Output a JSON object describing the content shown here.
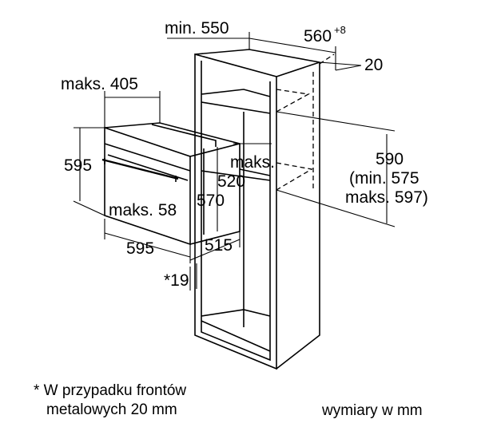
{
  "dimensions": {
    "min_550": "min. 550",
    "width_560": "560",
    "width_560_tolerance": "+8",
    "depth_20": "20",
    "maks_405": "maks. 405",
    "height_595": "595",
    "maks_520_line1": "maks.",
    "maks_520_line2": "520",
    "height_570": "570",
    "maks_58": "maks. 58",
    "width_595": "595",
    "depth_515": "515",
    "gap_19": "*19",
    "niche_590": "590",
    "niche_min_575": "(min. 575",
    "niche_maks_597": "maks. 597)"
  },
  "footnote": {
    "line1": "* W przypadku frontów",
    "line2": "metalowych 20 mm"
  },
  "units_note": "wymiary w mm"
}
